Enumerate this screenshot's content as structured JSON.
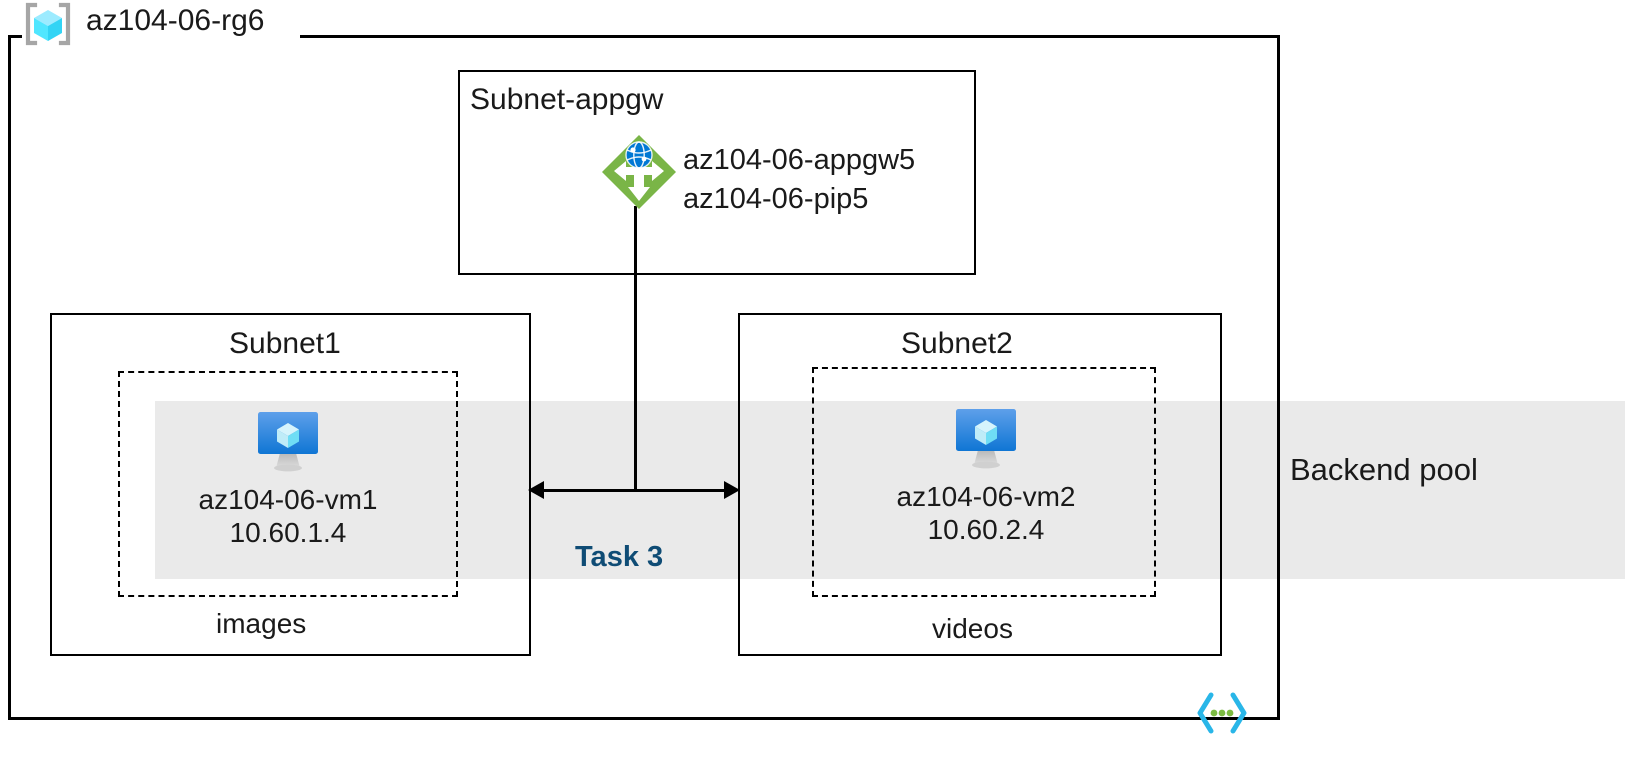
{
  "resource_group": {
    "name": "az104-06-rg6",
    "icon": "resource-group-cube-icon"
  },
  "subnets": [
    {
      "id": "subnet-appgw",
      "title": "Subnet-appgw",
      "resources": [
        {
          "icon": "application-gateway-icon",
          "labels": [
            "az104-06-appgw5",
            "az104-06-pip5"
          ]
        }
      ]
    },
    {
      "id": "subnet1",
      "title": "Subnet1",
      "vm": {
        "icon": "virtual-machine-icon",
        "name": "az104-06-vm1",
        "ip": "10.60.1.4"
      },
      "backend_name": "images"
    },
    {
      "id": "subnet2",
      "title": "Subnet2",
      "vm": {
        "icon": "virtual-machine-icon",
        "name": "az104-06-vm2",
        "ip": "10.60.2.4"
      },
      "backend_name": "videos"
    }
  ],
  "appgw": {
    "name": "az104-06-appgw5",
    "public_ip": "az104-06-pip5"
  },
  "backend_pool": {
    "label": "Backend pool",
    "band_color": "#EAEAEA"
  },
  "annotation": {
    "task_label": "Task 3",
    "task_color": "#0F4C75"
  },
  "code_icon": {
    "name": "code-brackets-icon",
    "bracket_color": "#29B6E8",
    "dot_color": "#7CBB42"
  },
  "colors": {
    "appgw_green": "#7AB547",
    "appgw_globe_blue": "#0078D4",
    "vm_screen_blue_top": "#5EA0EA",
    "vm_screen_blue_bottom": "#0F76D4",
    "vm_cube_cyan": "#BFECF8",
    "rg_bracket_gray": "#A6A6A6",
    "rg_cube_cyan": "#50E6FF",
    "line_black": "#000000"
  }
}
